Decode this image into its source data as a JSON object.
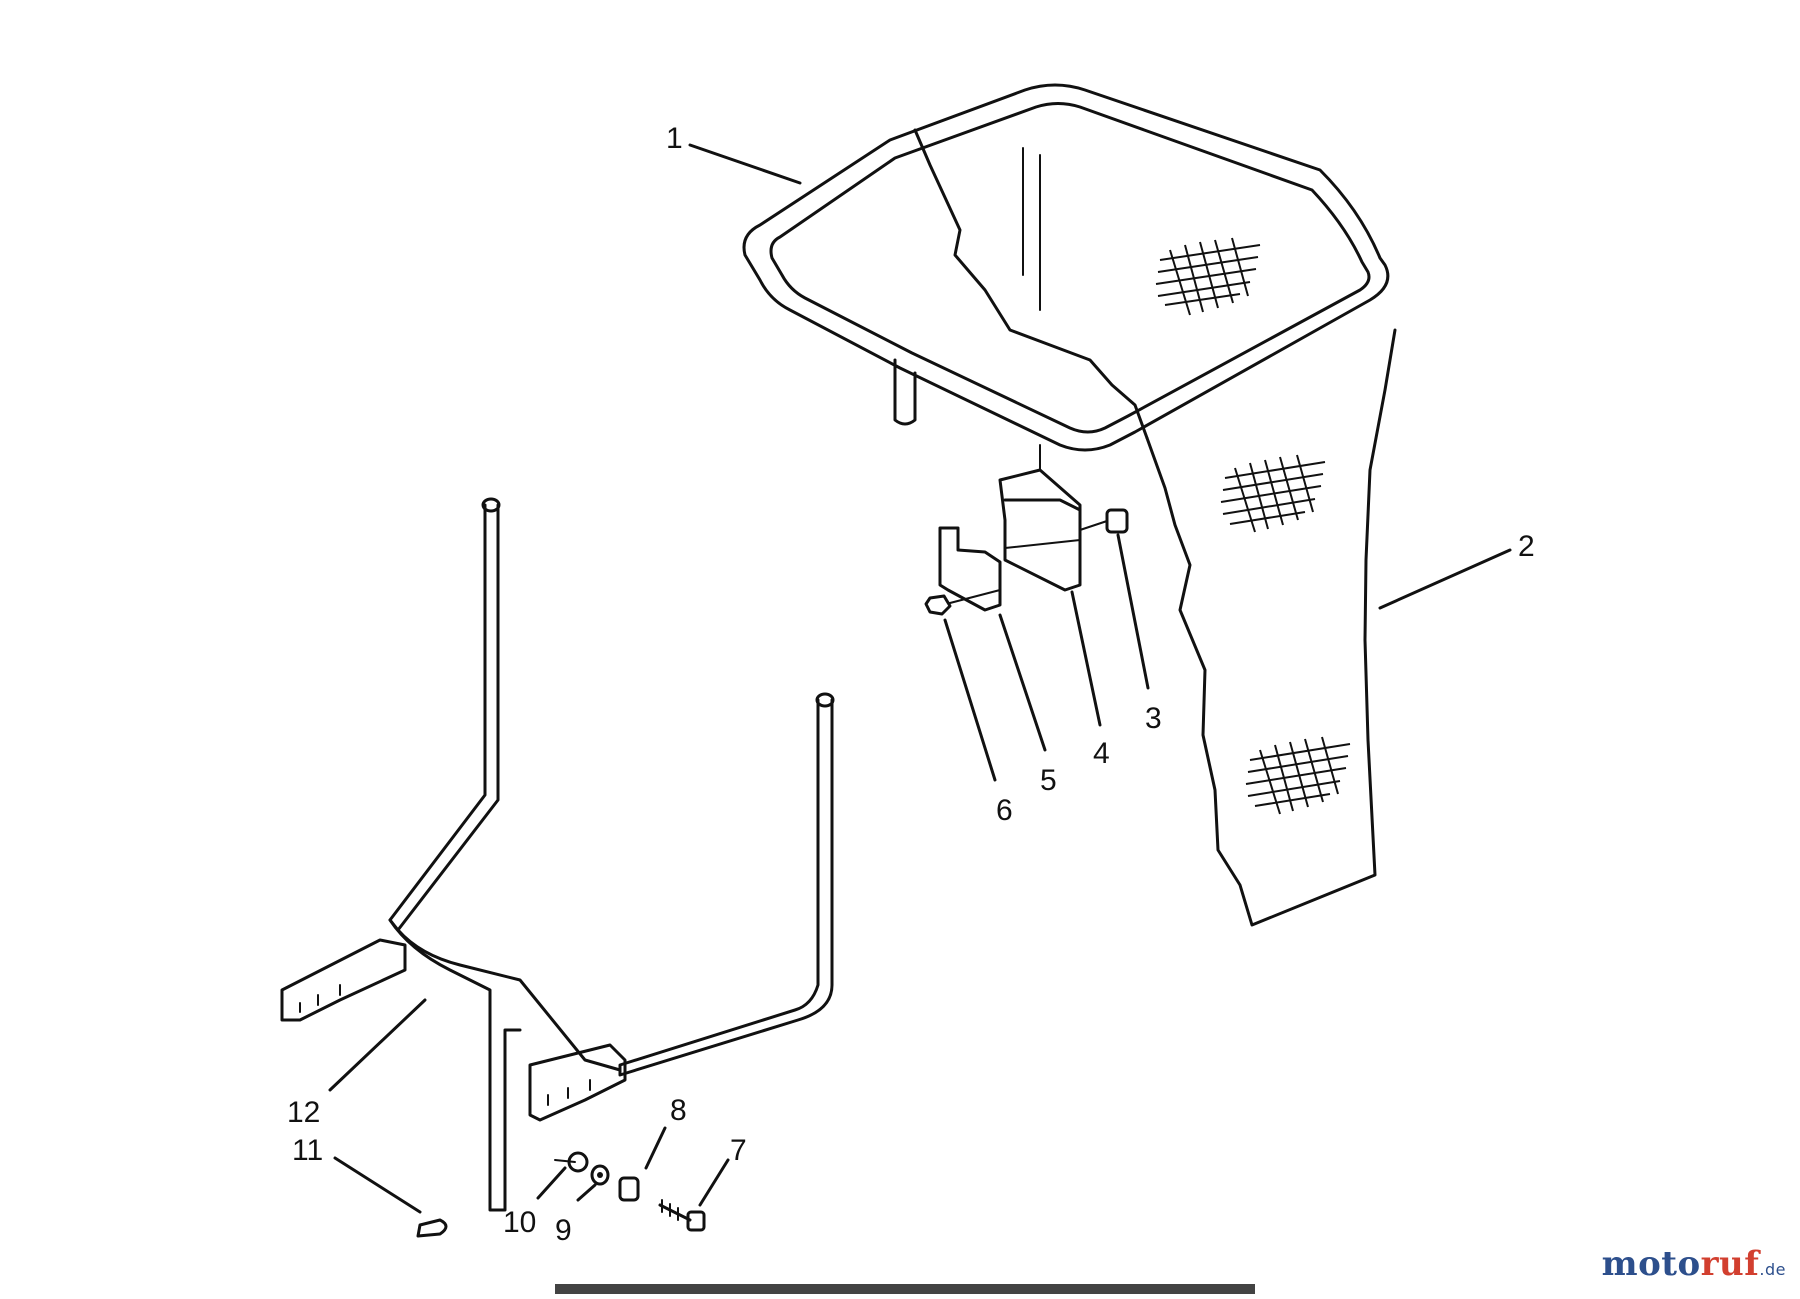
{
  "diagram": {
    "callouts": [
      {
        "id": "c1",
        "label": "1"
      },
      {
        "id": "c2",
        "label": "2"
      },
      {
        "id": "c3",
        "label": "3"
      },
      {
        "id": "c4",
        "label": "4"
      },
      {
        "id": "c5",
        "label": "5"
      },
      {
        "id": "c6",
        "label": "6"
      },
      {
        "id": "c7",
        "label": "7"
      },
      {
        "id": "c8",
        "label": "8"
      },
      {
        "id": "c9",
        "label": "9"
      },
      {
        "id": "c10",
        "label": "10"
      },
      {
        "id": "c11",
        "label": "11"
      },
      {
        "id": "c12",
        "label": "12"
      }
    ],
    "parts": [
      "grass-bag-frame",
      "grass-bag",
      "bracket-hardware",
      "handle-frame",
      "mounting-hardware"
    ]
  },
  "watermark": {
    "part1": "moto",
    "part2": "ruf",
    "part3": "",
    "tld": ".de"
  }
}
